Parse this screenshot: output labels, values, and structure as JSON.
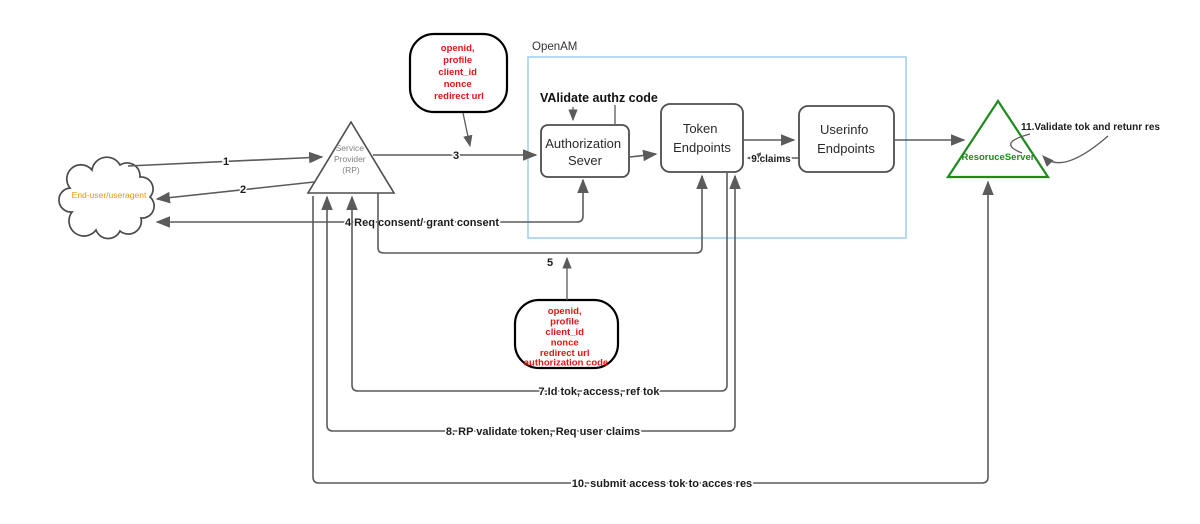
{
  "diagram": {
    "openam_label": "OpenAM",
    "cloud_label": "End-user/useragent",
    "service_provider": {
      "lines": [
        "Service",
        "Provider",
        "(RP)"
      ]
    },
    "auth_server": {
      "lines": [
        "Authorization",
        "Sever"
      ]
    },
    "token_endpoints": {
      "lines": [
        "Token",
        "Endpoints"
      ]
    },
    "userinfo_endpoints": {
      "lines": [
        "Userinfo",
        "Endpoints"
      ]
    },
    "resource_server_label": "ResoruceServer",
    "validate_authz_label": "VAlidate authz code",
    "scope_note_1": {
      "lines": [
        "openid,",
        "profile",
        "client_id",
        "nonce",
        "redirect url"
      ]
    },
    "scope_note_2": {
      "lines": [
        "openid,",
        "profile",
        "client_id",
        "nonce",
        "redirect url",
        "authorization code"
      ]
    },
    "steps": {
      "s1": "1",
      "s2": "2",
      "s3": "3",
      "s4": "4 Req consent/ grant consent",
      "s5": "5",
      "s7": "7.Id tok, access, ref tok",
      "s8": "8. RP validate token, Req user claims",
      "s9": "9.claims",
      "s10": "10. submit access tok to acces res",
      "s11": "11.Validate tok and retunr res"
    },
    "colors": {
      "line": "#5b5b5b",
      "box_border": "#4d4d4d",
      "openam_border": "#9ecef2",
      "red_text": "#e01616",
      "orange_text": "#f2930f",
      "green": "#1d8b1d"
    }
  }
}
